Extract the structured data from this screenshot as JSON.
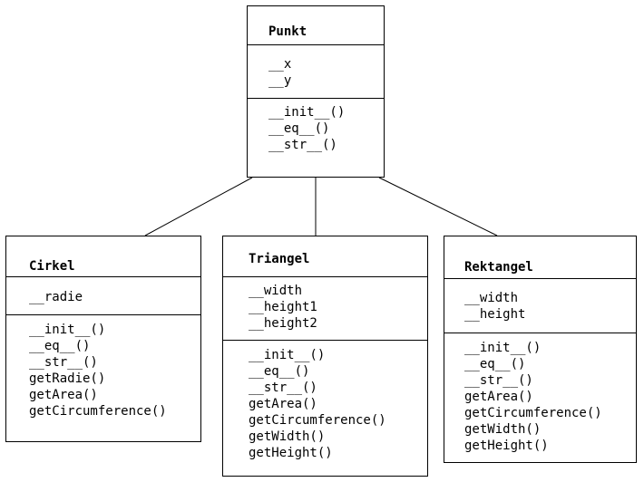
{
  "diagram": {
    "classes": [
      {
        "id": "punkt",
        "name": "Punkt",
        "attributes": [
          "__x",
          "__y"
        ],
        "methods": [
          "__init__()",
          "__eq__()",
          "__str__()"
        ]
      },
      {
        "id": "cirkel",
        "name": "Cirkel",
        "attributes": [
          "__radie"
        ],
        "methods": [
          "__init__()",
          "__eq__()",
          "__str__()",
          "getRadie()",
          "getArea()",
          "getCircumference()"
        ]
      },
      {
        "id": "triangel",
        "name": "Triangel",
        "attributes": [
          "__width",
          "__height1",
          "__height2"
        ],
        "methods": [
          "__init__()",
          "__eq__()",
          "__str__()",
          "getArea()",
          "getCircumference()",
          "getWidth()",
          "getHeight()"
        ]
      },
      {
        "id": "rektangel",
        "name": "Rektangel",
        "attributes": [
          "__width",
          "__height"
        ],
        "methods": [
          "__init__()",
          "__eq__()",
          "__str__()",
          "getArea()",
          "getCircumference()",
          "getWidth()",
          "getHeight()"
        ]
      }
    ],
    "relations": [
      {
        "from": "cirkel",
        "to": "punkt"
      },
      {
        "from": "triangel",
        "to": "punkt"
      },
      {
        "from": "rektangel",
        "to": "punkt"
      }
    ]
  }
}
